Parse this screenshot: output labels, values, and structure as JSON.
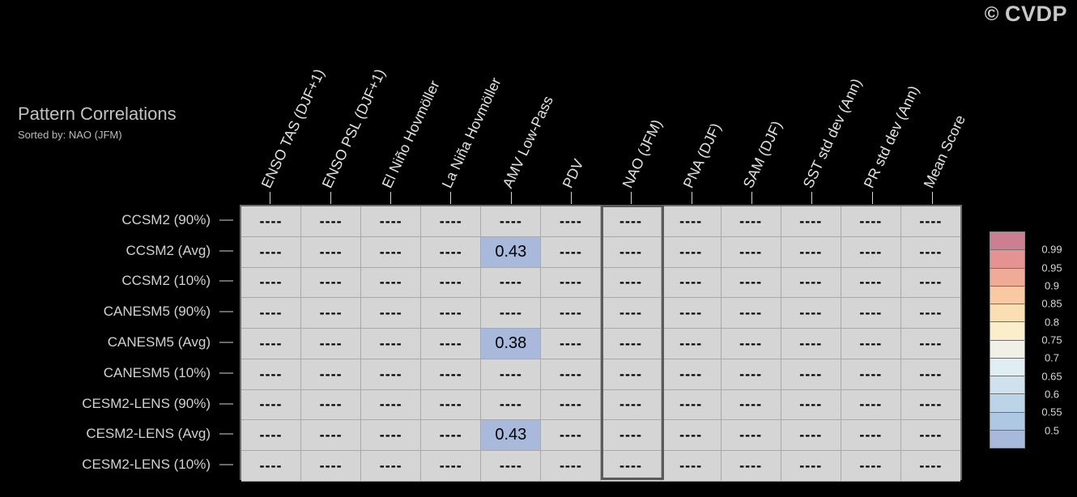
{
  "watermark": {
    "copyright_symbol": "©",
    "label": "CVDP"
  },
  "header": {
    "title": "Pattern Correlations",
    "subtitle": "Sorted by: NAO (JFM)"
  },
  "chart_data": {
    "type": "table",
    "title": "Pattern Correlations",
    "subtitle": "Sorted by: NAO (JFM)",
    "sorted_by_column": "NAO (JFM)",
    "highlighted_column_index": 6,
    "missing_value_text": "----",
    "columns": [
      "ENSO TAS (DJF+1)",
      "ENSO PSL (DJF+1)",
      "El Niño Hovmöller",
      "La Niña Hovmöller",
      "AMV Low-Pass",
      "PDV",
      "NAO (JFM)",
      "PNA (DJF)",
      "SAM (DJF)",
      "SST std dev (Ann)",
      "PR std dev (Ann)",
      "Mean Score"
    ],
    "rows": [
      "CCSM2 (90%)",
      "CCSM2 (Avg)",
      "CCSM2 (10%)",
      "CANESM5 (90%)",
      "CANESM5 (Avg)",
      "CANESM5 (10%)",
      "CESM2-LENS (90%)",
      "CESM2-LENS (Avg)",
      "CESM2-LENS (10%)"
    ],
    "values": [
      [
        "----",
        "----",
        "----",
        "----",
        "----",
        "----",
        "----",
        "----",
        "----",
        "----",
        "----",
        "----"
      ],
      [
        "----",
        "----",
        "----",
        "----",
        "0.43",
        "----",
        "----",
        "----",
        "----",
        "----",
        "----",
        "----"
      ],
      [
        "----",
        "----",
        "----",
        "----",
        "----",
        "----",
        "----",
        "----",
        "----",
        "----",
        "----",
        "----"
      ],
      [
        "----",
        "----",
        "----",
        "----",
        "----",
        "----",
        "----",
        "----",
        "----",
        "----",
        "----",
        "----"
      ],
      [
        "----",
        "----",
        "----",
        "----",
        "0.38",
        "----",
        "----",
        "----",
        "----",
        "----",
        "----",
        "----"
      ],
      [
        "----",
        "----",
        "----",
        "----",
        "----",
        "----",
        "----",
        "----",
        "----",
        "----",
        "----",
        "----"
      ],
      [
        "----",
        "----",
        "----",
        "----",
        "----",
        "----",
        "----",
        "----",
        "----",
        "----",
        "----",
        "----"
      ],
      [
        "----",
        "----",
        "----",
        "----",
        "0.43",
        "----",
        "----",
        "----",
        "----",
        "----",
        "----",
        "----"
      ],
      [
        "----",
        "----",
        "----",
        "----",
        "----",
        "----",
        "----",
        "----",
        "----",
        "----",
        "----",
        "----"
      ]
    ],
    "cell_colors": [
      [
        "#d5d5d5",
        "#d5d5d5",
        "#d5d5d5",
        "#d5d5d5",
        "#d5d5d5",
        "#d5d5d5",
        "#d5d5d5",
        "#d5d5d5",
        "#d5d5d5",
        "#d5d5d5",
        "#d5d5d5",
        "#d5d5d5"
      ],
      [
        "#d5d5d5",
        "#d5d5d5",
        "#d5d5d5",
        "#d5d5d5",
        "#a8b9dc",
        "#d5d5d5",
        "#d5d5d5",
        "#d5d5d5",
        "#d5d5d5",
        "#d5d5d5",
        "#d5d5d5",
        "#d5d5d5"
      ],
      [
        "#d5d5d5",
        "#d5d5d5",
        "#d5d5d5",
        "#d5d5d5",
        "#d5d5d5",
        "#d5d5d5",
        "#d5d5d5",
        "#d5d5d5",
        "#d5d5d5",
        "#d5d5d5",
        "#d5d5d5",
        "#d5d5d5"
      ],
      [
        "#d5d5d5",
        "#d5d5d5",
        "#d5d5d5",
        "#d5d5d5",
        "#d5d5d5",
        "#d5d5d5",
        "#d5d5d5",
        "#d5d5d5",
        "#d5d5d5",
        "#d5d5d5",
        "#d5d5d5",
        "#d5d5d5"
      ],
      [
        "#d5d5d5",
        "#d5d5d5",
        "#d5d5d5",
        "#d5d5d5",
        "#a8b9dc",
        "#d5d5d5",
        "#d5d5d5",
        "#d5d5d5",
        "#d5d5d5",
        "#d5d5d5",
        "#d5d5d5",
        "#d5d5d5"
      ],
      [
        "#d5d5d5",
        "#d5d5d5",
        "#d5d5d5",
        "#d5d5d5",
        "#d5d5d5",
        "#d5d5d5",
        "#d5d5d5",
        "#d5d5d5",
        "#d5d5d5",
        "#d5d5d5",
        "#d5d5d5",
        "#d5d5d5"
      ],
      [
        "#d5d5d5",
        "#d5d5d5",
        "#d5d5d5",
        "#d5d5d5",
        "#d5d5d5",
        "#d5d5d5",
        "#d5d5d5",
        "#d5d5d5",
        "#d5d5d5",
        "#d5d5d5",
        "#d5d5d5",
        "#d5d5d5"
      ],
      [
        "#d5d5d5",
        "#d5d5d5",
        "#d5d5d5",
        "#d5d5d5",
        "#a8b9dc",
        "#d5d5d5",
        "#d5d5d5",
        "#d5d5d5",
        "#d5d5d5",
        "#d5d5d5",
        "#d5d5d5",
        "#d5d5d5"
      ],
      [
        "#d5d5d5",
        "#d5d5d5",
        "#d5d5d5",
        "#d5d5d5",
        "#d5d5d5",
        "#d5d5d5",
        "#d5d5d5",
        "#d5d5d5",
        "#d5d5d5",
        "#d5d5d5",
        "#d5d5d5",
        "#d5d5d5"
      ]
    ],
    "legend": {
      "position": "right",
      "tick_labels": [
        "0.99",
        "0.95",
        "0.9",
        "0.85",
        "0.8",
        "0.75",
        "0.7",
        "0.65",
        "0.6",
        "0.55",
        "0.5"
      ],
      "band_colors": [
        "#cd7f92",
        "#e49292",
        "#efab98",
        "#fac9a4",
        "#fbdfb4",
        "#fbeecb",
        "#f1f0e6",
        "#e0eef3",
        "#cfe1ec",
        "#bcd4e7",
        "#aec7e2",
        "#a8b9dc"
      ]
    }
  }
}
